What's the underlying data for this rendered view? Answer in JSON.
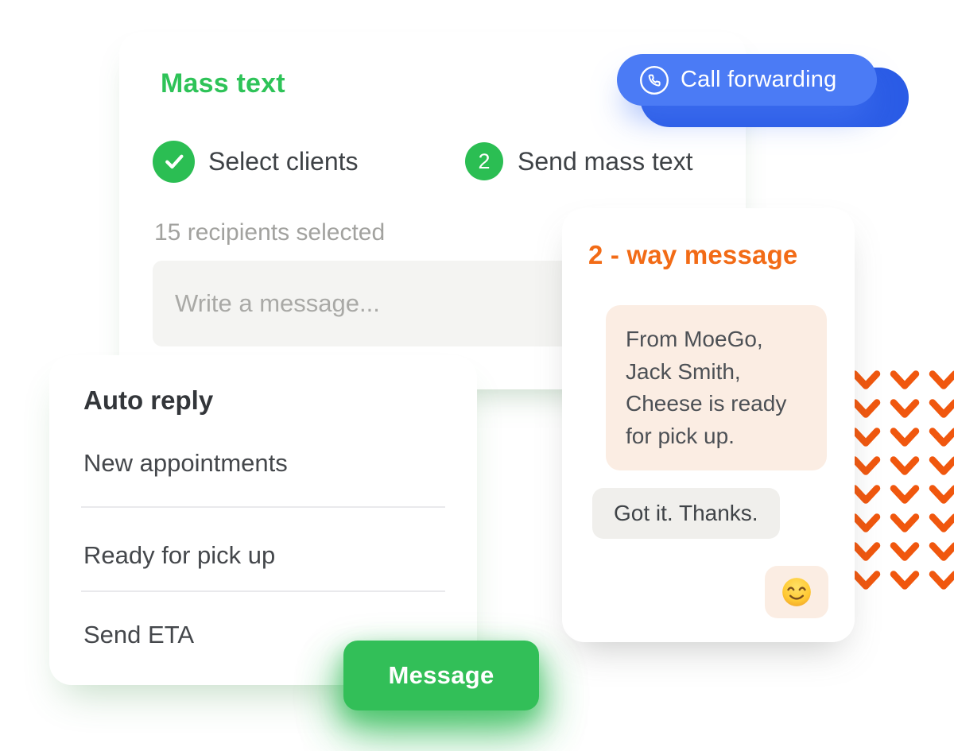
{
  "colors": {
    "green_text": "#2EC358",
    "green_badge": "#2BBE53",
    "button_green": "#32BF58",
    "orange_title": "#F26B16",
    "chevron_orange": "#F0570E",
    "blue_front": "#4B7BF5",
    "blue_back": "#2B5CE6",
    "peach_bubble": "#FBEDE3",
    "gray_bubble": "#F0EFEC",
    "input_bg": "#F4F4F2"
  },
  "mass_text_card": {
    "title": "Mass text",
    "steps": [
      {
        "icon": "check",
        "label": "Select clients"
      },
      {
        "badge": "2",
        "label": "Send mass text"
      }
    ],
    "recipients_status": "15 recipients selected",
    "message_input": {
      "placeholder": "Write a message..."
    }
  },
  "call_forwarding_button": {
    "icon": "phone",
    "label": "Call forwarding"
  },
  "two_way_card": {
    "title": "2 - way message",
    "messages": [
      {
        "sender": "business",
        "bubble": "peach",
        "text": "From MoeGo,\nJack Smith,\nCheese is ready\nfor pick up."
      },
      {
        "sender": "client",
        "bubble": "gray",
        "text": "Got it. Thanks."
      },
      {
        "sender": "business",
        "bubble": "peach",
        "emoji": "smiling-face-with-smiling-eyes"
      }
    ]
  },
  "auto_reply_card": {
    "title": "Auto reply",
    "items": [
      {
        "label": "New appointments"
      },
      {
        "label": "Ready for pick up"
      },
      {
        "label": "Send ETA"
      }
    ]
  },
  "message_button": {
    "label": "Message"
  },
  "decoration": {
    "chevron_rows": 8,
    "chevron_cols": 3,
    "chevron_color": "#F0570E"
  }
}
